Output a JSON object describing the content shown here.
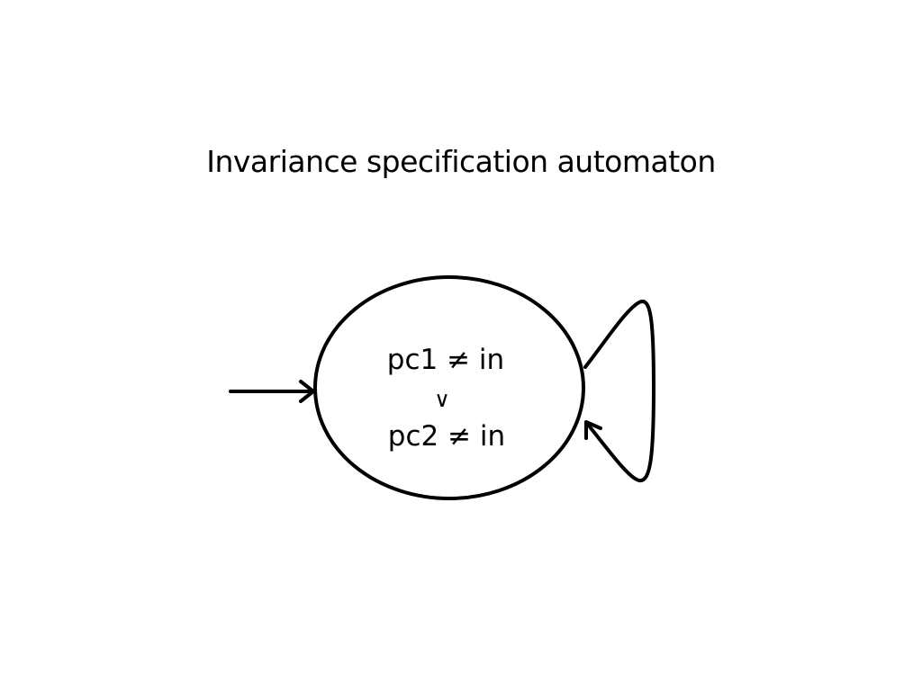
{
  "slide": {
    "title": "Invariance specification automaton"
  },
  "automaton": {
    "state": {
      "line1": "pc1 ≠ in",
      "connector": "∨",
      "line2": "pc2 ≠ in"
    },
    "transitions": [
      {
        "name": "initial-arrow",
        "kind": "initial"
      },
      {
        "name": "self-loop",
        "kind": "self-loop"
      }
    ]
  }
}
